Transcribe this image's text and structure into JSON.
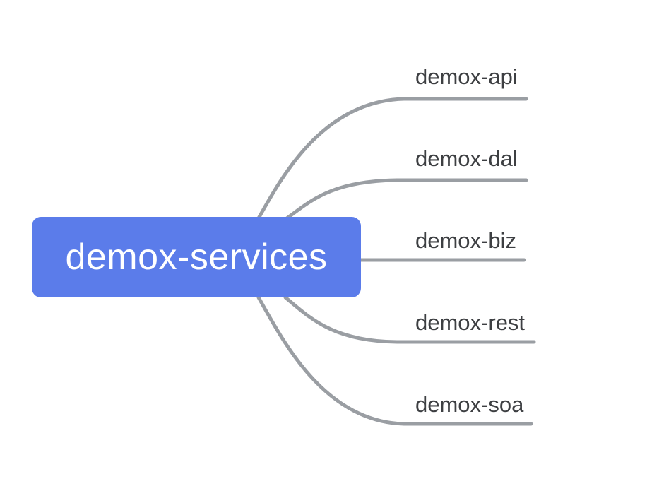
{
  "diagram": {
    "type": "mindmap",
    "root": {
      "label": "demox-services"
    },
    "branches": [
      {
        "label": "demox-api"
      },
      {
        "label": "demox-dal"
      },
      {
        "label": "demox-biz"
      },
      {
        "label": "demox-rest"
      },
      {
        "label": "demox-soa"
      }
    ],
    "colors": {
      "background": "#ffffff",
      "root_fill": "#5b7cea",
      "root_text": "#ffffff",
      "branch_text": "#3d3f42",
      "connector": "#9a9ea3"
    }
  }
}
